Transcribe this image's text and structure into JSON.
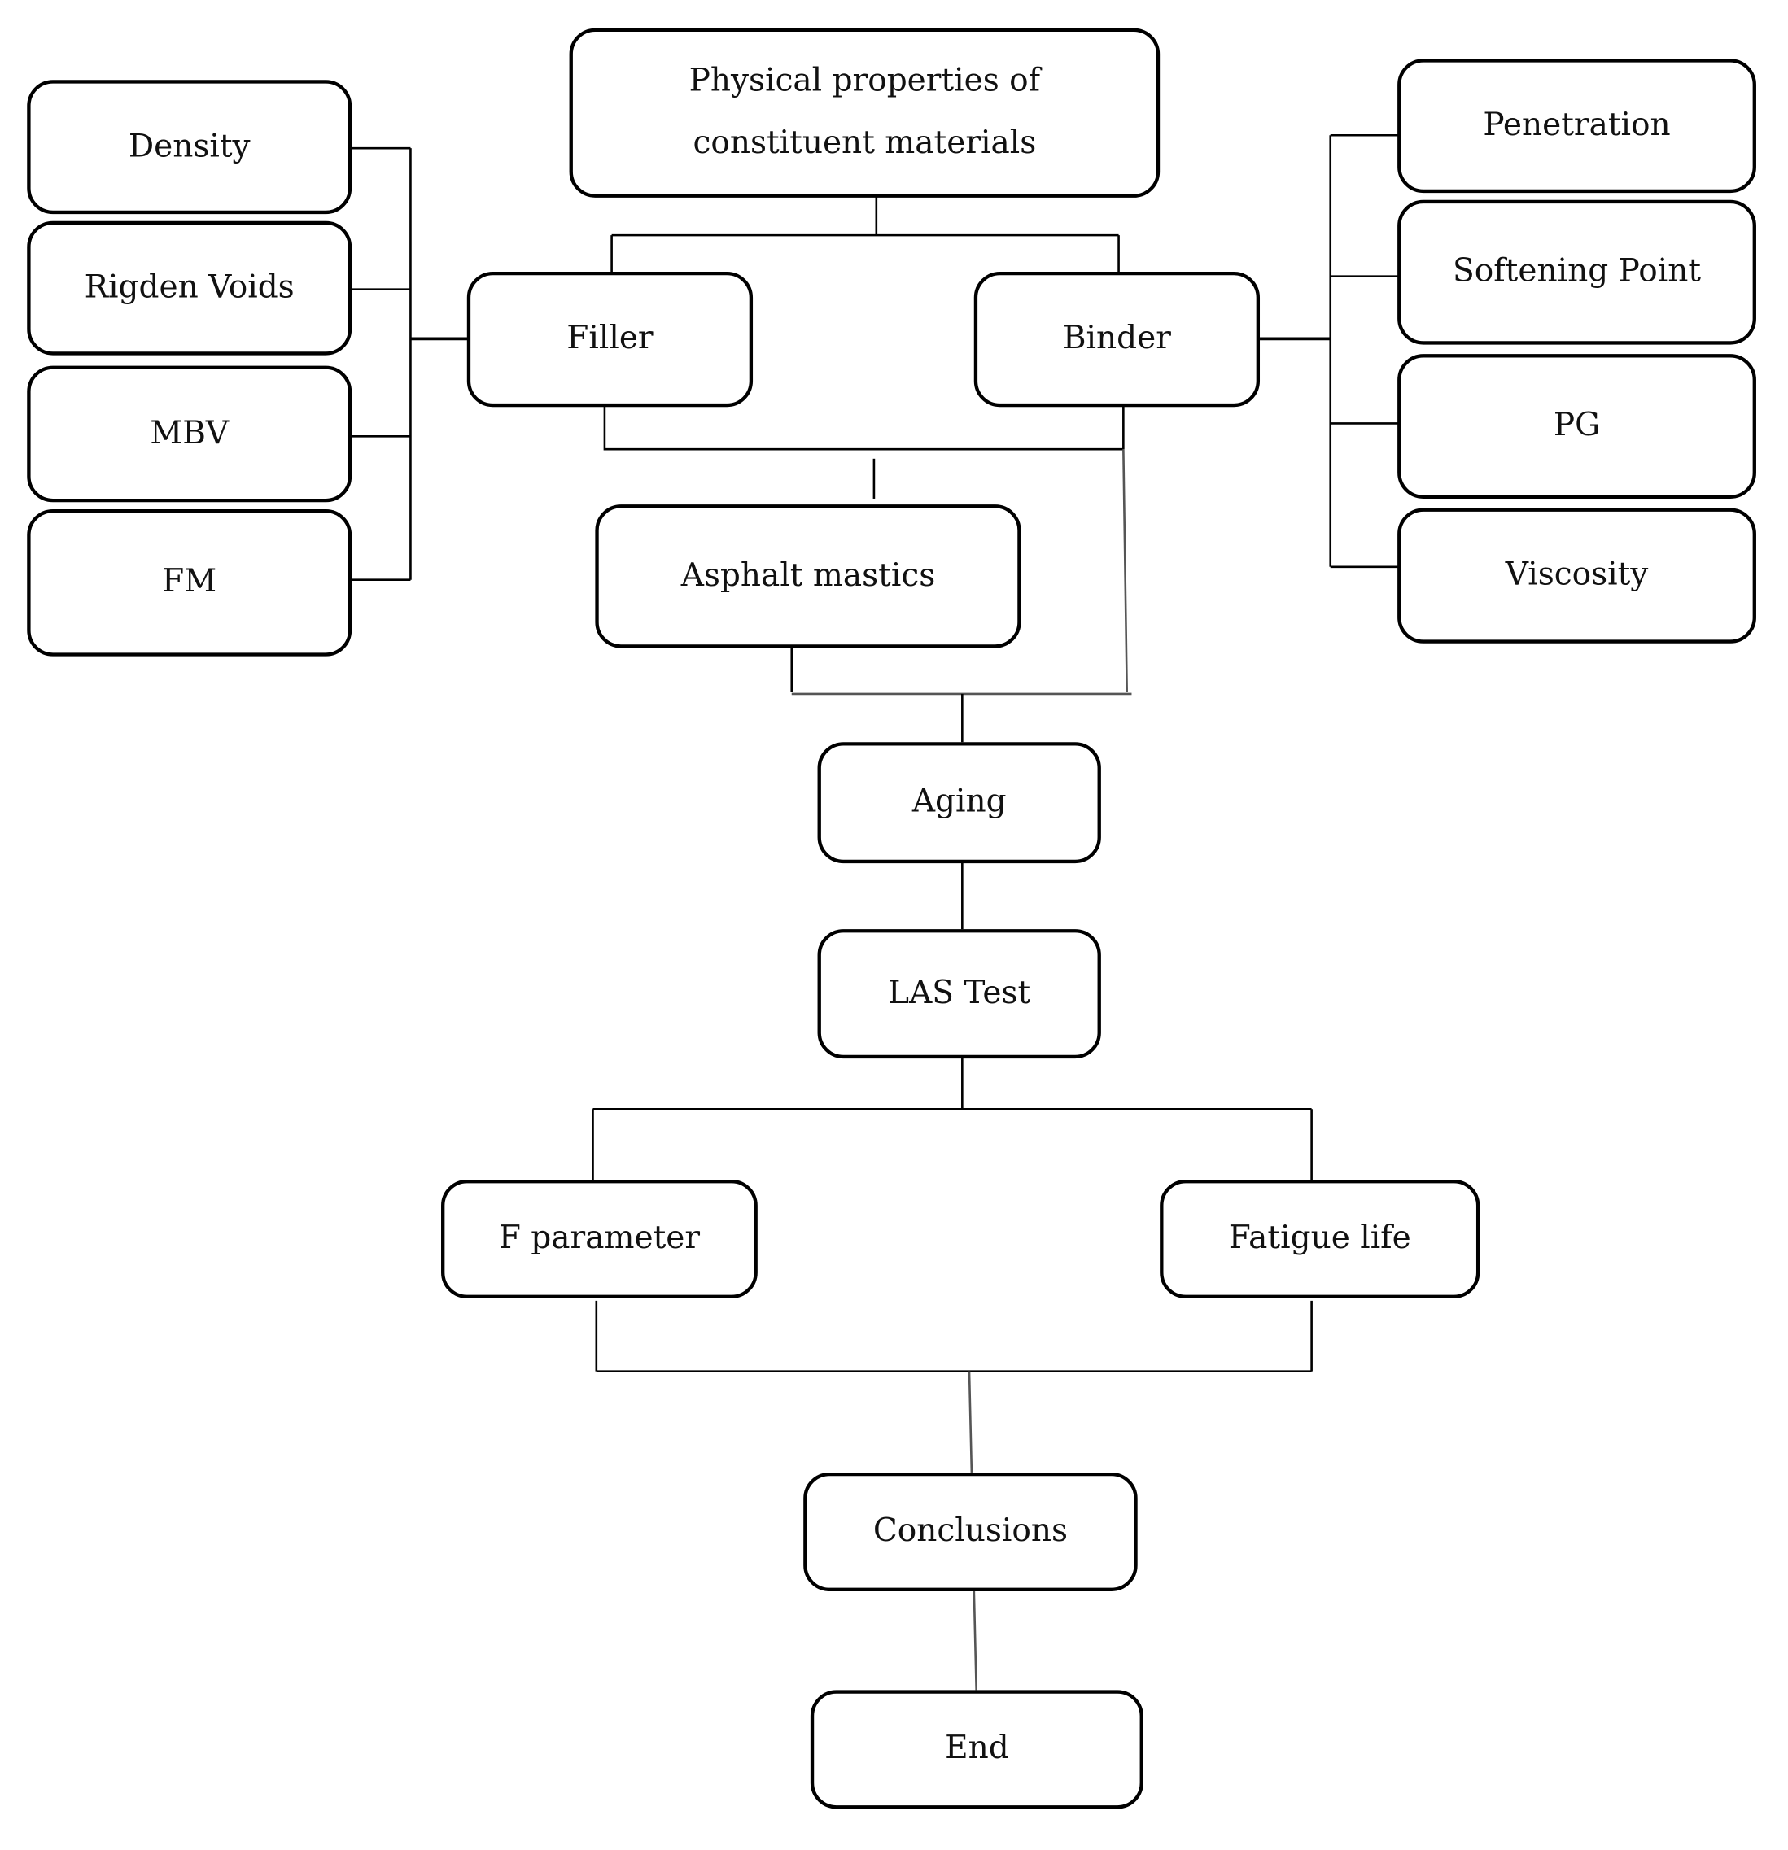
{
  "nodes": {
    "physical_properties": "Physical properties of constituent materials",
    "density": "Density",
    "rigden_voids": "Rigden Voids",
    "mbv": "MBV",
    "fm": "FM",
    "filler": "Filler",
    "binder": "Binder",
    "penetration": "Penetration",
    "softening_point": "Softening Point",
    "pg": "PG",
    "viscosity": "Viscosity",
    "asphalt_mastics": "Asphalt mastics",
    "aging": "Aging",
    "las_test": "LAS Test",
    "f_parameter": "F parameter",
    "fatigue_life": "Fatigue life",
    "conclusions": "Conclusions",
    "end": "End"
  },
  "colors": {
    "border": "#000000",
    "background": "#ffffff",
    "text": "#111111"
  }
}
